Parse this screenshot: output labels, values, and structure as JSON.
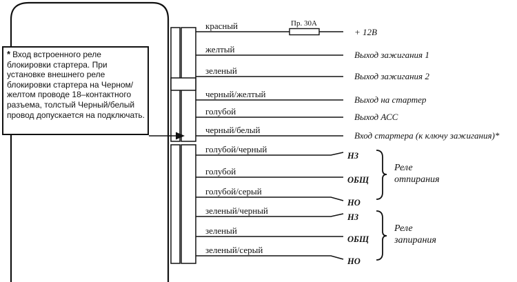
{
  "wires": [
    {
      "color": "красный",
      "fuse": "Пр. 30А",
      "output": "+ 12В",
      "shape": "fuse"
    },
    {
      "color": "желтый",
      "output": "Выход зажигания 1",
      "shape": "straight"
    },
    {
      "color": "зеленый",
      "output": "Выход зажигания 2",
      "shape": "straight"
    },
    {
      "color": "черный/желтый",
      "output": "Выход на стартер",
      "shape": "straight"
    },
    {
      "color": "голубой",
      "output": "Выход АСС",
      "shape": "straight"
    },
    {
      "color": "черный/белый",
      "output": "Вход стартера (к ключу зажигания)*",
      "shape": "straight"
    },
    {
      "color": "голубой/черный",
      "terminal": "НЗ",
      "shape": "bent-up"
    },
    {
      "color": "голубой",
      "terminal": "ОБЩ",
      "shape": "straight"
    },
    {
      "color": "голубой/серый",
      "terminal": "НО",
      "shape": "bent-down"
    },
    {
      "color": "зеленый/черный",
      "terminal": "НЗ",
      "shape": "bent-up"
    },
    {
      "color": "зеленый",
      "terminal": "ОБЩ",
      "shape": "straight"
    },
    {
      "color": "зеленый/серый",
      "terminal": "НО",
      "shape": "bent-down"
    }
  ],
  "relays": [
    {
      "line1": "Реле",
      "line2": "отпирания"
    },
    {
      "line1": "Реле",
      "line2": "запирания"
    }
  ],
  "note": {
    "star": "*",
    "text": "Вход встроенного реле блокировки стартера. При установке внешнего реле блокировки стартера на Черном/желтом проводе 18–контактного разъема, толстый Черный/белый провод допускается на подключать."
  },
  "colors": {
    "line": "#111111",
    "background": "#ffffff"
  }
}
